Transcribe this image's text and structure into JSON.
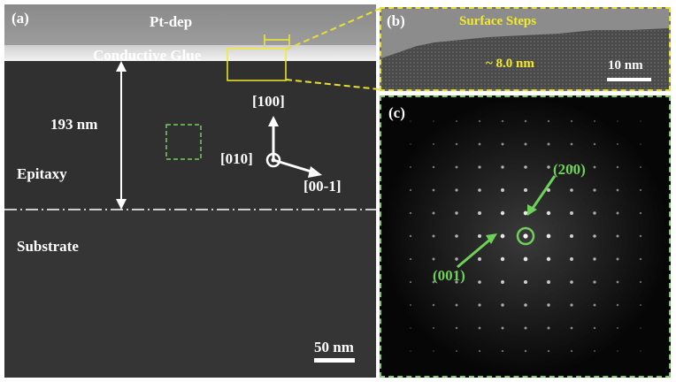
{
  "panel_a": {
    "label": "(a)",
    "pt_dep": "Pt-dep",
    "conductive_glue": "Conductive Glue",
    "thickness": "193 nm",
    "epitaxy": "Epitaxy",
    "substrate": "Substrate",
    "dir_100": "[100]",
    "dir_010": "[010]",
    "dir_00_1": "[00-1]",
    "scale": "50 nm"
  },
  "panel_b": {
    "label": "(b)",
    "surface_steps": "Surface Steps",
    "step_height": "~ 8.0 nm",
    "scale": "10 nm"
  },
  "panel_c": {
    "label": "(c)",
    "spot_200": "(200)",
    "spot_001": "(001)"
  },
  "colors": {
    "highlight_yellow": "#f3ea2a",
    "highlight_green": "#6fd05a"
  }
}
